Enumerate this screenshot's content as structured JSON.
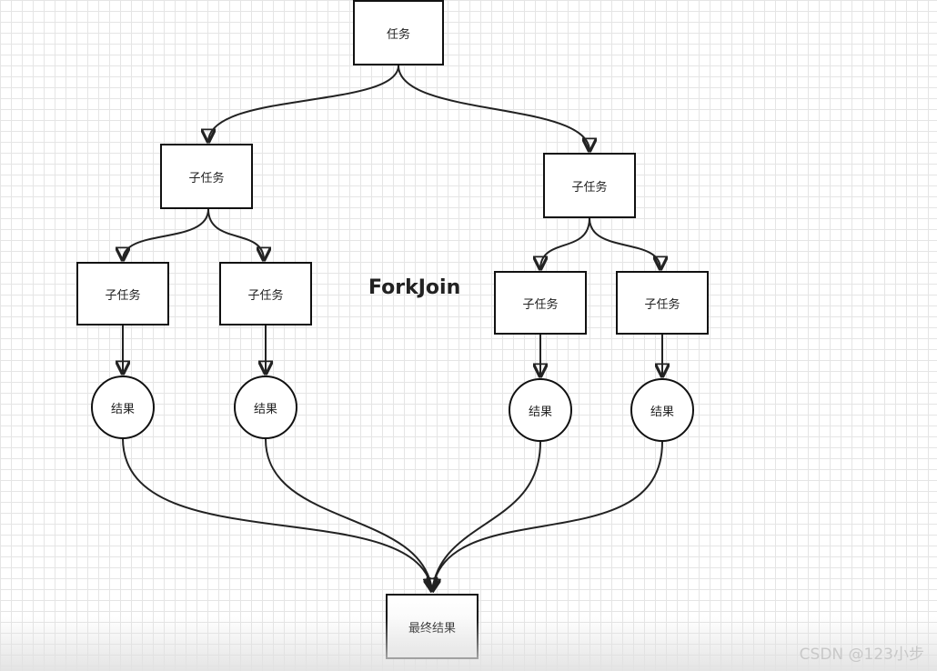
{
  "diagram": {
    "title": "ForkJoin",
    "root": {
      "label": "任务"
    },
    "level1": [
      {
        "label": "子任务"
      },
      {
        "label": "子任务"
      }
    ],
    "level2": [
      {
        "label": "子任务"
      },
      {
        "label": "子任务"
      },
      {
        "label": "子任务"
      },
      {
        "label": "子任务"
      }
    ],
    "results": [
      {
        "label": "结果"
      },
      {
        "label": "结果"
      },
      {
        "label": "结果"
      },
      {
        "label": "结果"
      }
    ],
    "final": {
      "label": "最终结果"
    }
  },
  "watermark": "CSDN @123小步",
  "colors": {
    "stroke": "#111111",
    "grid": "#e5e5e5",
    "background": "#ffffff"
  }
}
